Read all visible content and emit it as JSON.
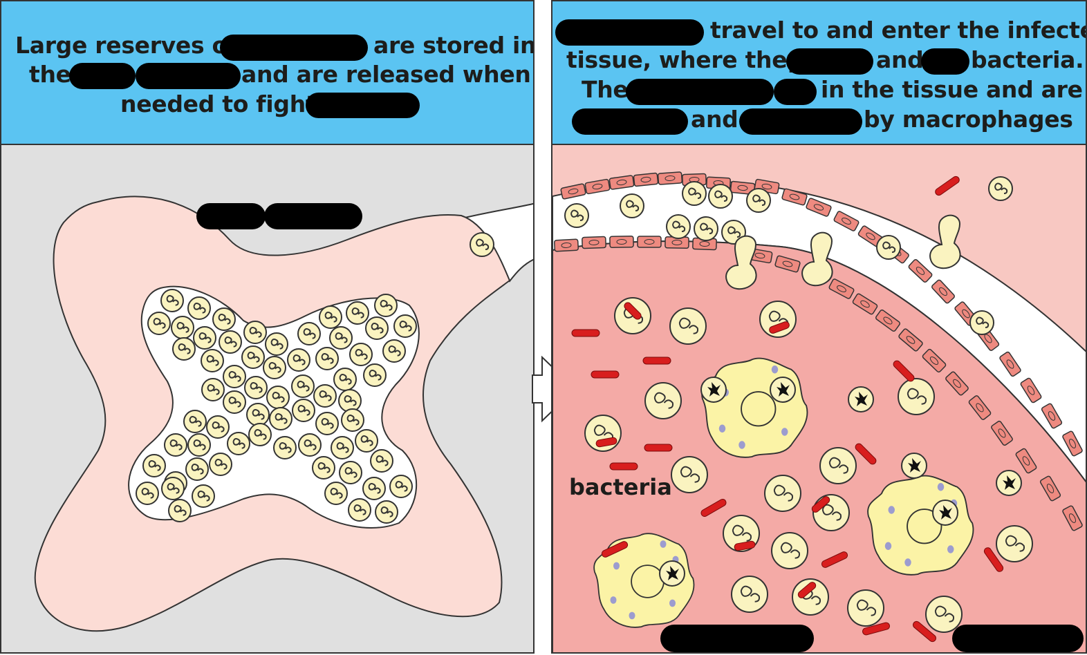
{
  "left_panel": {
    "caption": {
      "line1_a": "Large reserves of",
      "line1_b": "are stored in",
      "line2_a": "the",
      "line2_b": "and are released when",
      "line3": "needed to fight"
    }
  },
  "right_panel": {
    "caption": {
      "line1": "travel to and enter the infected",
      "line2_a": "tissue, where they",
      "line2_b": "and",
      "line2_c": "bacteria.",
      "line3_a": "The",
      "line3_b": "in the tissue and are",
      "line4_a": "and",
      "line4_b": "by macrophages"
    },
    "label_bacteria": "bacteria"
  },
  "colors": {
    "caption_bg": "#5bc4f2",
    "left_bg": "#e0e0e0",
    "marrow_pink": "#fcdcd5",
    "tissue_pink": "#f4aaa6",
    "tissue_light": "#f8c8c2",
    "cell_fill": "#faf3c0",
    "macrophage": "#fbf3a6",
    "bacteria_red": "#d81e1e",
    "vessel_wall": "#ee8a80"
  },
  "icons": [
    "arrow-right-icon"
  ]
}
